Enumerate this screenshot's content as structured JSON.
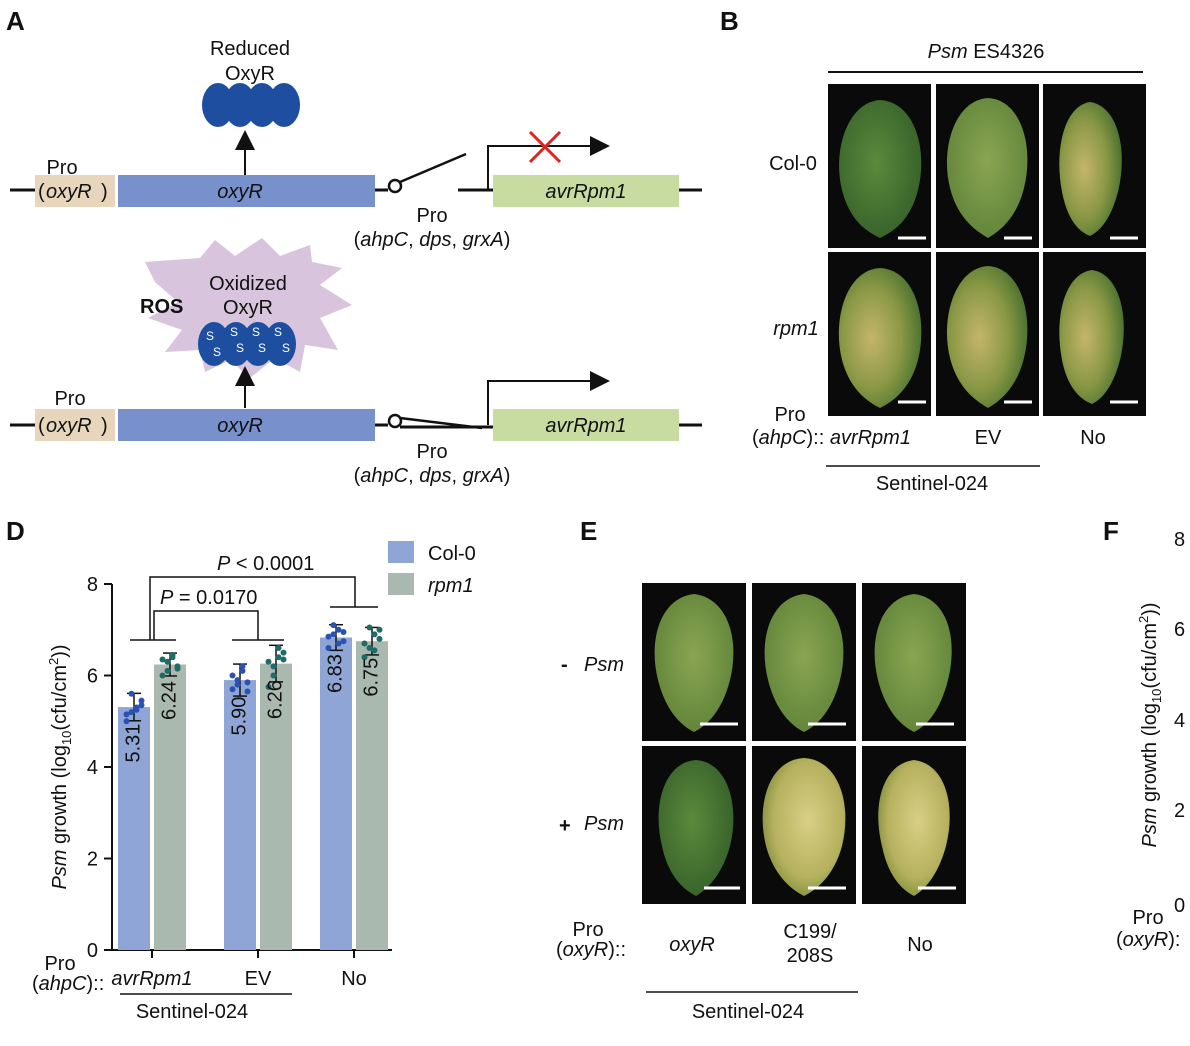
{
  "panel_labels": {
    "a": "A",
    "b": "B",
    "d": "D",
    "e": "E",
    "f": "F"
  },
  "panel_a": {
    "top": {
      "oxyr_state": "Reduced",
      "oxyr_name": "OxyR",
      "pro_label": "Pro",
      "pro_gene": "oxyR",
      "gene": "oxyR",
      "reporter": "avrRpm1",
      "promoter_label": "Pro",
      "promoter_genes": [
        "ahpC",
        "dps",
        "grxA"
      ]
    },
    "bottom": {
      "ros": "ROS",
      "oxyr_state": "Oxidized",
      "oxyr_name": "OxyR",
      "disulfide": "S",
      "pro_label": "Pro",
      "pro_gene": "oxyR",
      "gene": "oxyR",
      "reporter": "avrRpm1",
      "promoter_label": "Pro",
      "promoter_genes": [
        "ahpC",
        "dps",
        "grxA"
      ]
    },
    "colors": {
      "gene": "#7891cc",
      "pro": "#e7d6bc",
      "reporter": "#c8dca2",
      "protein": "#1e4ea0",
      "ros": "#d8c4dc",
      "block": "#e2231a"
    }
  },
  "panel_b": {
    "strain_italic": "Psm",
    "strain": "ES4326",
    "rows": [
      "Col-0",
      "rpm1"
    ],
    "pro_label": "Pro",
    "pro_gene": "ahpC",
    "construct": "avrRpm1",
    "columns": [
      "EV",
      "No"
    ],
    "group": "Sentinel-024"
  },
  "panel_d": {
    "legend": [
      "Col-0",
      "rpm1"
    ],
    "pvalues": [
      "< 0.0001",
      "= 0.0170"
    ],
    "p_letter": "P",
    "ylabel_italic": "Psm",
    "ylabel_text": "growth (log",
    "ylabel_sub": "10",
    "ylabel_unit": "(cfu/cm",
    "ylabel_sup": "2",
    "ylabel_close": "))",
    "pro_label": "Pro",
    "pro_gene": "ahpC",
    "group": "Sentinel-024"
  },
  "chart_data": {
    "type": "bar",
    "categories": [
      "avrRpm1",
      "EV",
      "No"
    ],
    "series": [
      {
        "name": "Col-0",
        "values": [
          5.31,
          5.9,
          6.83
        ],
        "errors": [
          0.3,
          0.35,
          0.28
        ],
        "color": "#8ea5d6"
      },
      {
        "name": "rpm1",
        "values": [
          6.24,
          6.26,
          6.75
        ],
        "errors": [
          0.25,
          0.4,
          0.3
        ],
        "color": "#a9b9af"
      }
    ],
    "data_labels": [
      [
        "5.31",
        "5.90",
        "6.83"
      ],
      [
        "6.24",
        "6.26",
        "6.75"
      ]
    ],
    "points": [
      [
        [
          5.0,
          5.2,
          5.3,
          5.45,
          5.15,
          5.6,
          5.25,
          5.35
        ],
        [
          5.7,
          5.8,
          6.1,
          5.65,
          6.0,
          5.9,
          6.2,
          5.85
        ],
        [
          6.6,
          6.9,
          7.0,
          6.75,
          6.85,
          7.1,
          6.7,
          6.95
        ]
      ],
      [
        [
          6.0,
          6.3,
          6.45,
          6.2,
          6.35,
          6.1,
          6.4,
          6.15
        ],
        [
          5.75,
          6.0,
          6.4,
          6.5,
          6.3,
          6.2,
          6.6,
          6.35
        ],
        [
          6.4,
          6.6,
          6.9,
          7.0,
          6.7,
          7.05,
          6.55,
          6.8
        ]
      ]
    ],
    "yticks": [
      "0",
      "2",
      "4",
      "6",
      "8"
    ],
    "ylim": [
      0,
      8
    ],
    "point_colors": [
      "#2a52b0",
      "#1e6b68"
    ]
  },
  "panel_e": {
    "row1_sign": "-",
    "row2_sign": "+",
    "row_italic": "Psm",
    "pro_label": "Pro",
    "pro_gene": "oxyR",
    "columns": [
      "oxyR",
      "C199/",
      "208S",
      "No"
    ],
    "group": "Sentinel-024"
  },
  "panel_f": {
    "yticks": [
      "8",
      "6",
      "4",
      "2",
      "0"
    ],
    "ylabel_italic": "Psm",
    "ylabel_text": "growth (log",
    "ylabel_sub": "10",
    "ylabel_unit": "(cfu/cm",
    "ylabel_sup": "2",
    "ylabel_close": "))",
    "pro_label": "Pro",
    "pro_gene": "oxyR"
  }
}
